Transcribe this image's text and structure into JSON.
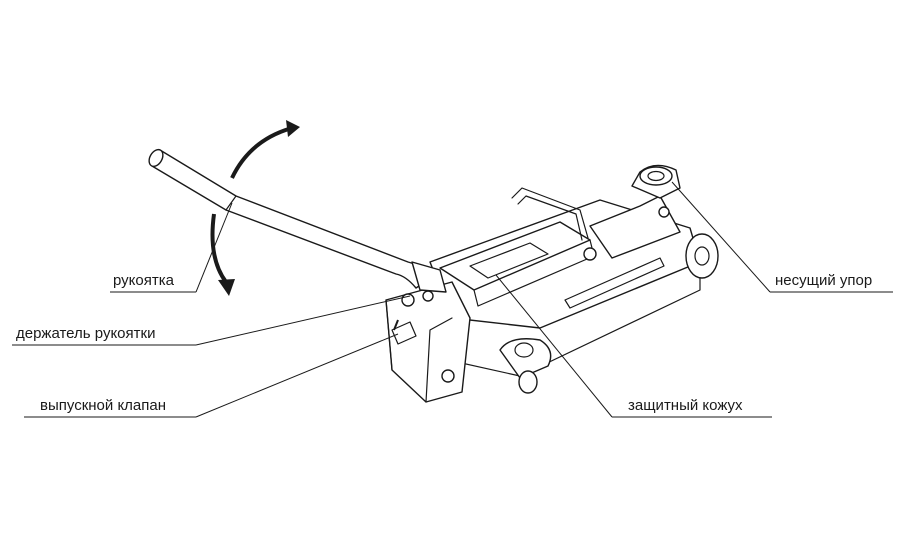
{
  "labels": {
    "handle": "рукоятка",
    "handle_holder": "держатель рукоятки",
    "release_valve": "выпускной клапан",
    "load_saddle": "несущий упор",
    "protective_cover": "защитный кожух"
  },
  "colors": {
    "line": "#1a1a1a",
    "background": "#ffffff"
  }
}
